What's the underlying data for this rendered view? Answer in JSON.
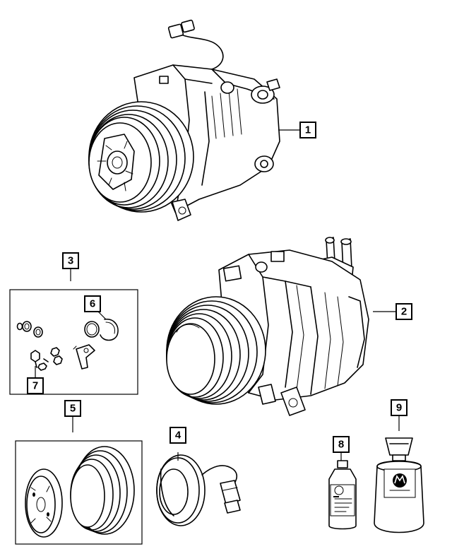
{
  "diagram": {
    "callouts": [
      {
        "id": "1",
        "label": "1"
      },
      {
        "id": "2",
        "label": "2"
      },
      {
        "id": "3",
        "label": "3"
      },
      {
        "id": "4",
        "label": "4"
      },
      {
        "id": "5",
        "label": "5"
      },
      {
        "id": "6",
        "label": "6"
      },
      {
        "id": "7",
        "label": "7"
      },
      {
        "id": "8",
        "label": "8"
      },
      {
        "id": "9",
        "label": "9"
      }
    ],
    "parts": [
      {
        "name": "compressor-assembly-upper",
        "callout": "1"
      },
      {
        "name": "compressor-assembly-lower",
        "callout": "2"
      },
      {
        "name": "seal-kit",
        "callout": "3"
      },
      {
        "name": "clutch-coil",
        "callout": "4"
      },
      {
        "name": "clutch-kit",
        "callout": "5"
      },
      {
        "name": "snap-ring",
        "callout": "6"
      },
      {
        "name": "bolt-nut-set",
        "callout": "7"
      },
      {
        "name": "oil-bottle",
        "callout": "8"
      },
      {
        "name": "refrigerant-canister",
        "callout": "9"
      }
    ]
  },
  "colors": {
    "line": "#000000",
    "background": "#ffffff"
  },
  "icons": [
    "mopar-logo-icon"
  ]
}
